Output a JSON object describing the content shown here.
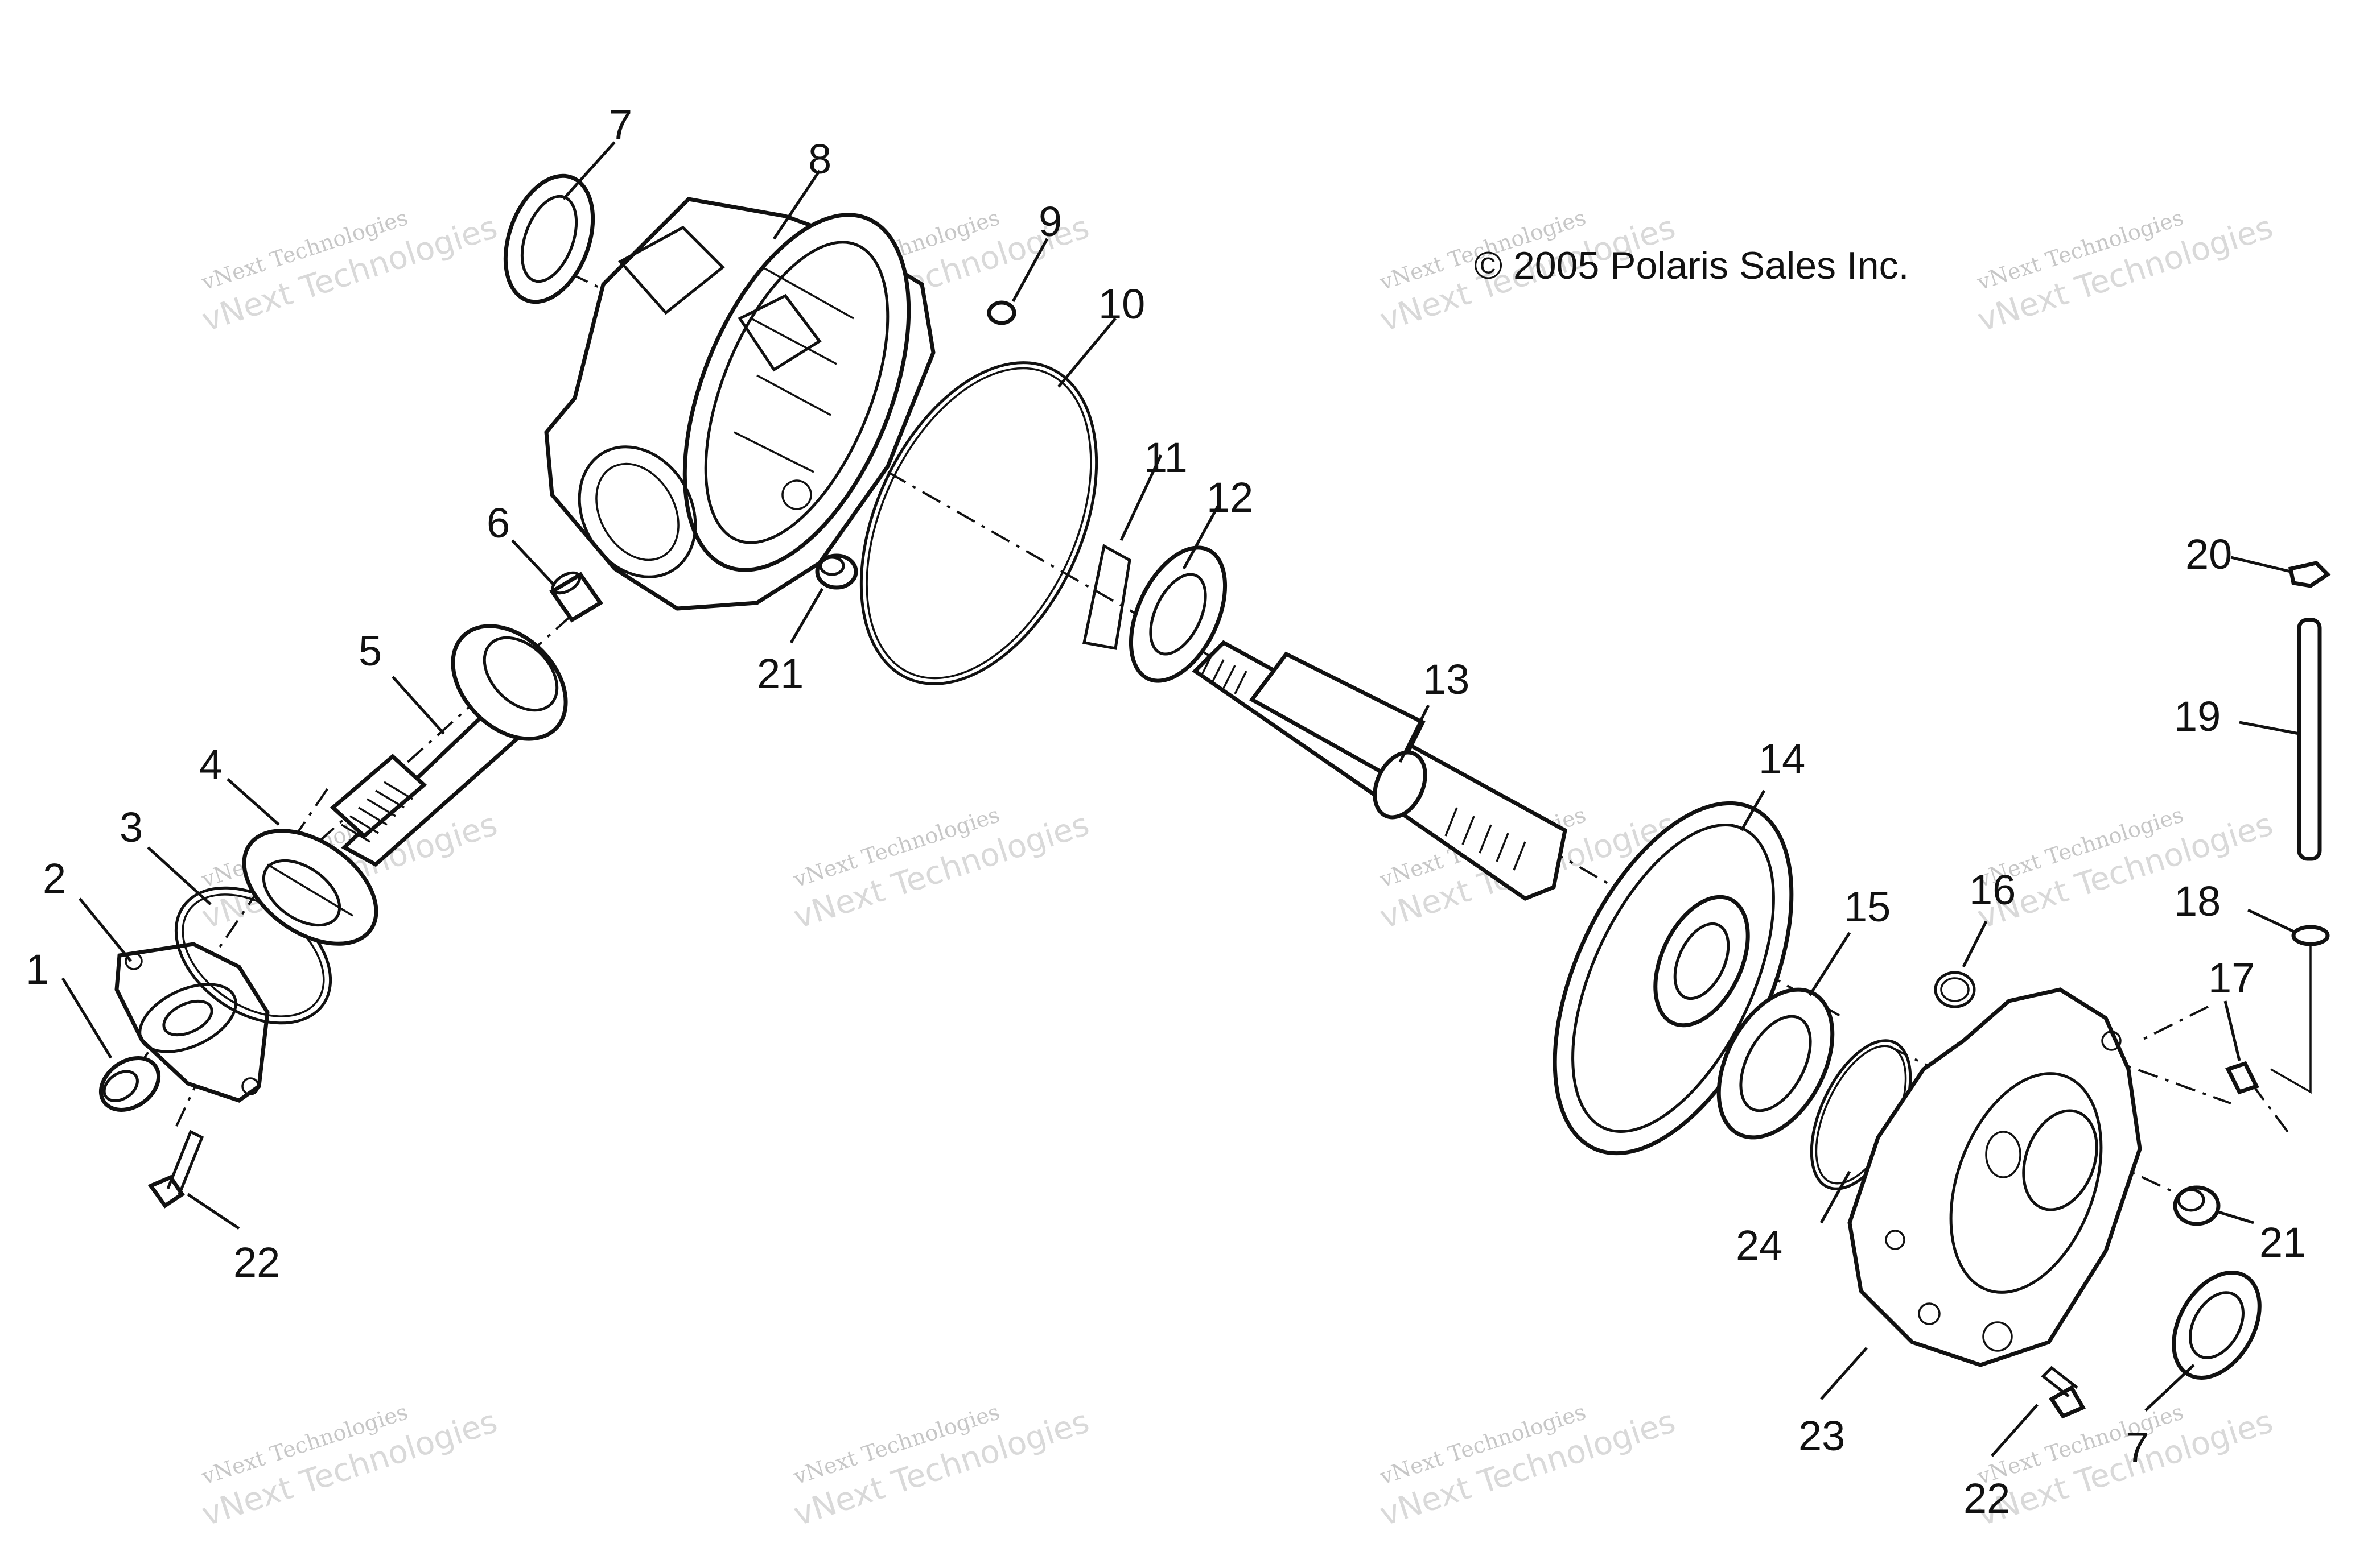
{
  "copyright": "© 2005 Polaris Sales Inc.",
  "watermark": {
    "line1": "vNext Technologies",
    "line2": "vNext Technologies"
  },
  "callouts": [
    "1",
    "2",
    "3",
    "4",
    "5",
    "6",
    "7",
    "8",
    "9",
    "10",
    "11",
    "12",
    "13",
    "14",
    "15",
    "16",
    "17",
    "18",
    "19",
    "20",
    "21",
    "22",
    "23",
    "24",
    "21",
    "22",
    "7"
  ]
}
